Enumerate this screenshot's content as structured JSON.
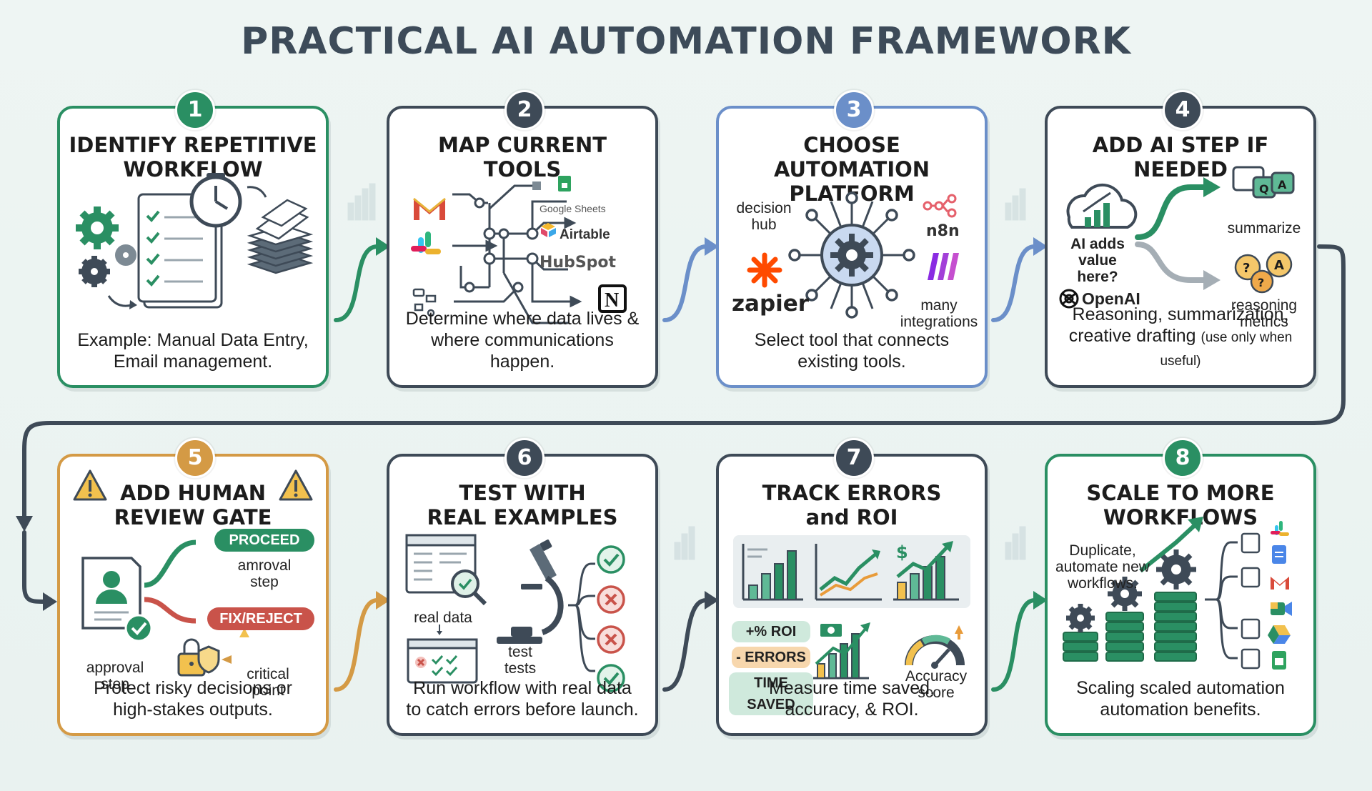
{
  "title": "PRACTICAL AI AUTOMATION FRAMEWORK",
  "colors": {
    "green": "#2a8f63",
    "slate": "#3e4a57",
    "blue": "#6b8fc9",
    "orange": "#d49a45",
    "red": "#c9534a",
    "background": "#eef5f3"
  },
  "steps": [
    {
      "number": "1",
      "title": "IDENTIFY REPETITIVE WORKFLOW",
      "title_lines": [
        "IDENTIFY REPETITIVE",
        "WORKFLOW"
      ],
      "desc_lines": [
        "Example: Manual Data Entry,",
        "Email management."
      ],
      "icons": [
        "gear-icon",
        "checklist-icon",
        "clock-icon",
        "paper-stack-icon"
      ]
    },
    {
      "number": "2",
      "title": "MAP CURRENT TOOLS",
      "title_lines": [
        "MAP CURRENT TOOLS"
      ],
      "desc_lines": [
        "Determine where data lives &",
        "where communications happen."
      ],
      "tools": [
        "Google Sheets",
        "Airtable",
        "HubSpot",
        "N"
      ],
      "icons": [
        "gmail-icon",
        "slack-icon",
        "flowchart-icon",
        "network-map-icon"
      ]
    },
    {
      "number": "3",
      "title": "CHOOSE AUTOMATION PLATFORM",
      "title_lines": [
        "CHOOSE AUTOMATION",
        "PLATFORM"
      ],
      "labels": {
        "decision_hub": [
          "decision",
          "hub"
        ],
        "zapier": "zapier",
        "n8n": "n8n",
        "many_integrations": [
          "many",
          "integrations"
        ]
      },
      "desc_lines": [
        "Select tool that connects",
        "existing tools."
      ],
      "icons": [
        "hub-gear-icon",
        "zapier-icon",
        "n8n-icon",
        "make-icon"
      ]
    },
    {
      "number": "4",
      "title": "ADD AI STEP IF NEEDED",
      "title_lines": [
        "ADD AI STEP IF NEEDED"
      ],
      "labels": {
        "ai_question": [
          "AI adds",
          "value",
          "here?"
        ],
        "openai": "OpenAI",
        "summarize": "summarize",
        "reasoning": [
          "reasoning",
          "metrics"
        ]
      },
      "desc_lines": [
        "Reasoning, summarization,",
        "creative drafting"
      ],
      "desc_small": "(use only when useful)",
      "icons": [
        "cloud-chart-icon",
        "openai-icon",
        "qa-chat-icon",
        "question-bubbles-icon"
      ]
    },
    {
      "number": "5",
      "title": "ADD HUMAN REVIEW GATE",
      "title_lines": [
        "ADD HUMAN",
        "REVIEW GATE"
      ],
      "labels": {
        "proceed": "PROCEED",
        "amroval": [
          "amroval",
          "step"
        ],
        "fix_reject": "FIX/REJECT",
        "approval": [
          "approval",
          "step"
        ],
        "critical": [
          "critical",
          "point"
        ]
      },
      "desc_lines": [
        "Protect risky decisions or",
        "high-stakes outputs."
      ],
      "icons": [
        "warning-icon",
        "user-document-icon",
        "checkmark-icon",
        "lock-shield-icon"
      ]
    },
    {
      "number": "6",
      "title": "TEST WITH REAL EXAMPLES",
      "title_lines": [
        "TEST WITH",
        "REAL EXAMPLES"
      ],
      "labels": {
        "real_data": "real data",
        "test_tests": [
          "test",
          "tests"
        ]
      },
      "desc_lines": [
        "Run workflow with real data",
        "to catch errors before launch."
      ],
      "icons": [
        "spreadsheet-magnifier-icon",
        "microscope-icon",
        "check-circle-icon",
        "x-circle-icon"
      ]
    },
    {
      "number": "7",
      "title": "TRACK ERRORS and ROI",
      "title_lines": [
        "TRACK ERRORS",
        "and ROI"
      ],
      "labels": {
        "roi": "+% ROI",
        "errors": "- ERRORS",
        "time_saved": "TIME SAVED",
        "accuracy": [
          "Accuracy",
          "score"
        ]
      },
      "desc_lines": [
        "Measure time saved,",
        "accuracy, & ROI."
      ],
      "icons": [
        "bar-chart-icon",
        "line-chart-icon",
        "dollar-chart-icon",
        "gauge-icon"
      ]
    },
    {
      "number": "8",
      "title": "SCALE TO MORE WORKFLOWS",
      "title_lines": [
        "SCALE TO MORE",
        "WORKFLOWS"
      ],
      "labels": {
        "duplicate": [
          "Duplicate,",
          "automate new",
          "workflows."
        ]
      },
      "desc_lines": [
        "Scaling scaled automation",
        "automation benefits."
      ],
      "icons": [
        "gear-stack-icon",
        "slack-icon",
        "docs-icon",
        "gmail-icon",
        "meet-icon",
        "sheets-icon"
      ]
    }
  ]
}
